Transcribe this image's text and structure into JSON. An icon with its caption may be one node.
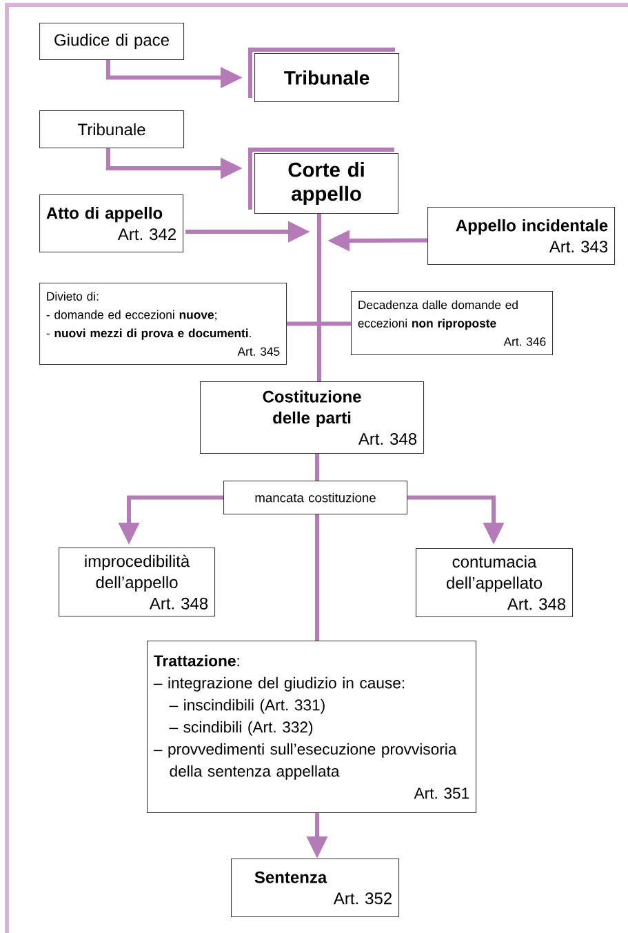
{
  "diagram": {
    "nodes": [
      {
        "text": [
          "Giudice di pace"
        ]
      },
      {
        "text": [
          "Tribunale"
        ]
      },
      {
        "text": [
          "Tribunale"
        ]
      },
      {
        "text": [
          "Corte di appello"
        ]
      },
      {
        "text": [
          "Atto di appello",
          "Art. 342"
        ]
      },
      {
        "text": [
          "Appello incidentale",
          "Art. 343"
        ]
      },
      {
        "text": [
          "Divieto di:",
          "- domande ed eccezioni **nuove**;",
          "- **nuovi mezzi di prova e documenti**.",
          "Art. 345"
        ]
      },
      {
        "text": [
          "Decadenza dalle domande ed eccezioni **non riproposte**",
          "Art. 346"
        ]
      },
      {
        "text": [
          "Costituzione delle parti",
          "Art. 348"
        ]
      },
      {
        "text": [
          "mancata costituzione"
        ]
      },
      {
        "text": [
          "improcedibilità dell’appello",
          "Art. 348"
        ]
      },
      {
        "text": [
          "contumacia dell’appellato",
          "Art. 348"
        ]
      },
      {
        "text": [
          "**Trattazione**:",
          "– integrazione del giudizio in cause:",
          "– inscindibili (Art. 331)",
          "– scindibili (Art. 332)",
          "– provvedimenti sull’esecuzione provvisoria della sentenza appellata",
          "Art. 351"
        ]
      },
      {
        "text": [
          "Sentenza",
          "Art. 352"
        ]
      }
    ],
    "edges": [
      {
        "from": 0,
        "to": 1,
        "arrow": "to"
      },
      {
        "from": 2,
        "to": 3,
        "arrow": "to"
      },
      {
        "from": 3,
        "to": 8,
        "arrow": "none"
      },
      {
        "from": 4,
        "to": 3,
        "arrow": "to"
      },
      {
        "from": 5,
        "to": 3,
        "arrow": "to"
      },
      {
        "from": 6,
        "to": 7,
        "arrow": "none"
      },
      {
        "from": 8,
        "to": 9,
        "arrow": "none"
      },
      {
        "from": 9,
        "to": 10,
        "arrow": "to"
      },
      {
        "from": 9,
        "to": 11,
        "arrow": "to"
      },
      {
        "from": 9,
        "to": 12,
        "arrow": "none"
      },
      {
        "from": 12,
        "to": 13,
        "arrow": "to"
      }
    ]
  }
}
